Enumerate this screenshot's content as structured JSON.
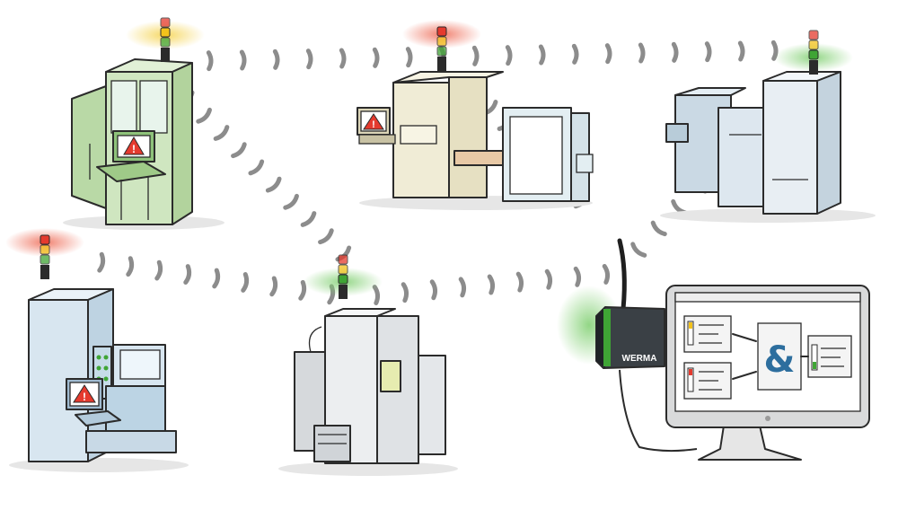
{
  "gateway": {
    "brand": "WERMA"
  },
  "dashboard": {
    "combine_symbol": "&"
  },
  "colors": {
    "red": "#e53a2e",
    "yellow": "#f2c21b",
    "green": "#3fa535",
    "off": "#bfbfbf",
    "wave": "#8c8c8c"
  },
  "stations": [
    {
      "id": "machine-1",
      "signal_lit": "yellow",
      "warning": true,
      "body_color": "#cfe6c0"
    },
    {
      "id": "machine-2",
      "signal_lit": "red",
      "warning": true,
      "body_color": "#f0ecd6"
    },
    {
      "id": "machine-3",
      "signal_lit": "green",
      "warning": false,
      "body_color": "#dde7ef"
    },
    {
      "id": "machine-4",
      "signal_lit": "red",
      "warning": true,
      "body_color": "#d8e6f0"
    },
    {
      "id": "machine-5",
      "signal_lit": "green",
      "warning": false,
      "body_color": "#e8eaec"
    },
    {
      "id": "gateway",
      "signal_lit": "green",
      "warning": false,
      "body_color": "#2f3438"
    }
  ]
}
